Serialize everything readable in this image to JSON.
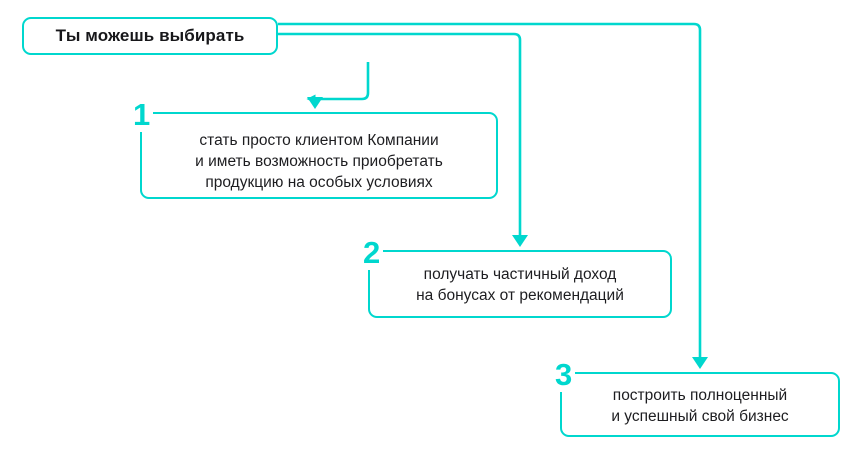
{
  "diagram": {
    "title": "Ты можешь выбирать",
    "accent_color": "#00d7ce",
    "text_color": "#1d1d20",
    "background_color": "#ffffff",
    "root": {
      "label": "Ты можешь выбирать"
    },
    "steps": [
      {
        "number": "1",
        "lines": [
          "стать просто клиентом Компании",
          "и иметь возможность приобретать",
          "продукцию на особых условиях"
        ]
      },
      {
        "number": "2",
        "lines": [
          "получать частичный доход",
          "на бонусах от рекомендаций"
        ]
      },
      {
        "number": "3",
        "lines": [
          "построить полноценный",
          "и успешный свой бизнес"
        ]
      }
    ]
  }
}
